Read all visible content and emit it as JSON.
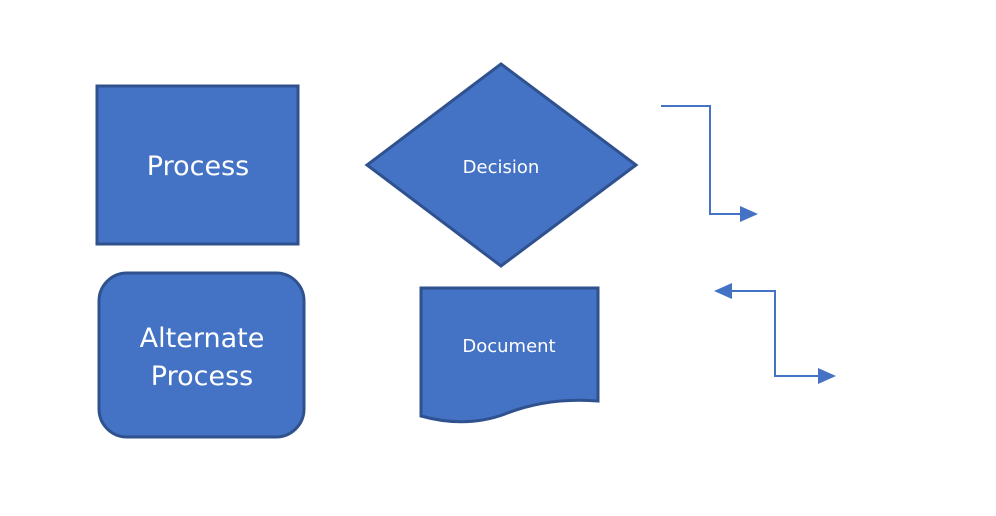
{
  "colors": {
    "shape_fill": "#4472C4",
    "shape_stroke": "#2F528F",
    "connector": "#4472C4",
    "text": "#FFFFFF",
    "background": "#FFFFFF"
  },
  "shapes": {
    "process": {
      "label": "Process"
    },
    "decision": {
      "label": "Decision"
    },
    "alternate_process": {
      "line1": "Alternate",
      "line2": "Process"
    },
    "document": {
      "label": "Document"
    }
  },
  "connectors": {
    "elbow_arrow": {
      "style": "elbow",
      "arrowheads": "end"
    },
    "elbow_double_arrow": {
      "style": "elbow",
      "arrowheads": "both"
    }
  }
}
